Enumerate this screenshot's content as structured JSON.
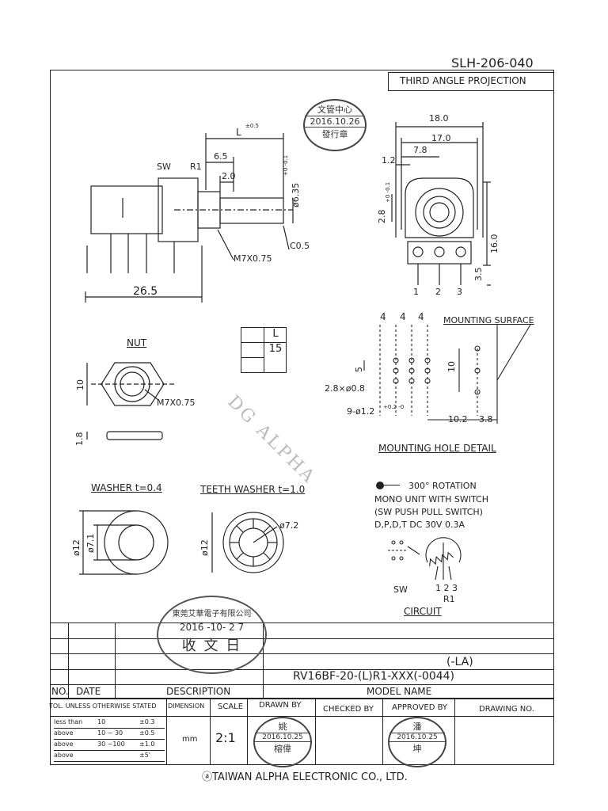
{
  "doc_number": "SLH-206-040",
  "projection": "THIRD ANGLE PROJECTION",
  "stamp_top": {
    "line1": "文管中心",
    "date": "2016.10.26",
    "line3": "發行章"
  },
  "side_view": {
    "sw": "SW",
    "r1": "R1",
    "L": "L",
    "L_tol": "±0.5",
    "dim_65": "6.5",
    "dim_20": "2.0",
    "shaft_dia": "ø6.35",
    "shaft_tol": "+0 -0.1",
    "thread": "M7X0.75",
    "chamfer": "C0.5",
    "length": "26.5"
  },
  "front_view": {
    "w180": "18.0",
    "w170": "17.0",
    "w78": "7.8",
    "d12": "1.2",
    "d28": "2.8",
    "d28_tol": "+0 -0.1",
    "h160": "16.0",
    "h35": "3.5",
    "pin1": "1",
    "pin2": "2",
    "pin3": "3"
  },
  "l_table": {
    "header": "L",
    "value": "15"
  },
  "nut": {
    "title": "NUT",
    "dim10": "10",
    "thread": "M7X0.75",
    "dim18": "1.8"
  },
  "mount": {
    "d4a": "4",
    "d4b": "4",
    "d4c": "4",
    "surface": "MOUNTING SURFACE",
    "d5": "5",
    "d10": "10",
    "slot": "2.8×ø0.8",
    "holes": "9-ø1.2",
    "holes_tol": "+0.2 -0",
    "d102": "10.2",
    "d38": "3.8",
    "title": "MOUNTING HOLE DETAIL"
  },
  "washer": {
    "title": "WASHER t=0.4",
    "d12": "ø12",
    "d71": "ø7.1"
  },
  "teeth_washer": {
    "title": "TEETH WASHER t=1.0",
    "d12": "ø12",
    "d72": "ø7.2"
  },
  "spec": {
    "rotation": "300° ROTATION",
    "line2": "MONO UNIT WITH SWITCH",
    "line3": "(SW PUSH PULL SWITCH)",
    "line4": "D,P,D,T  DC 30V 0.3A"
  },
  "circuit": {
    "sw": "SW",
    "pins": "1 2 3",
    "r1": "R1",
    "title": "CIRCUIT"
  },
  "stamp_received": {
    "company": "東莞艾華電子有限公司",
    "date": "2016 -10- 2 7",
    "text": "收 文 日"
  },
  "revision": {
    "suffix": "(-LA)",
    "model": "RV16BF-20-(L)R1-XXX(-0044)"
  },
  "title_row": {
    "no": "NO.",
    "date": "DATE",
    "description": "DESCRIPTION",
    "model_name": "MODEL NAME"
  },
  "title_block": {
    "tol_header": "TOL. UNLESS OTHERWISE STATED",
    "dimension": "DIMENSION",
    "scale_h": "SCALE",
    "drawn_by": "DRAWN BY",
    "checked_by": "CHECKED BY",
    "approved_by": "APPROVED BY",
    "drawing_no": "DRAWING NO.",
    "tol_rows": [
      {
        "a": "less than",
        "b": "10",
        "c": "±0.3"
      },
      {
        "a": "above",
        "b": "10 ~ 30",
        "c": "±0.5"
      },
      {
        "a": "above",
        "b": "30 ~100",
        "c": "±1.0"
      },
      {
        "a": "above",
        "b": "",
        "c": "±5'"
      }
    ],
    "unit": "mm",
    "scale": "2:1",
    "drawn_stamp": {
      "top": "姚",
      "date": "2016.10.25",
      "bottom": "榕偉"
    },
    "approved_stamp": {
      "top": "潘",
      "date": "2016.10.25",
      "bottom": "坤"
    }
  },
  "company": "ⓐTAIWAN ALPHA ELECTRONIC CO., LTD.",
  "watermark": "DG ALPHA"
}
